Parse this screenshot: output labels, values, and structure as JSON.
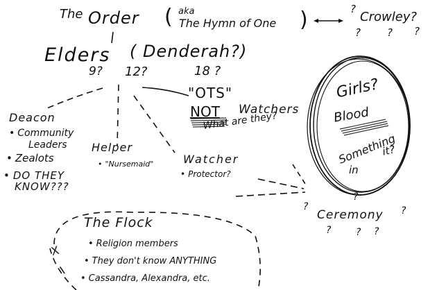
{
  "order": {
    "the": "The",
    "title": "Order",
    "aka_label": "aka",
    "aka_name": "The Hymn of One",
    "open_paren": "(",
    "close_paren": ")",
    "link_target": "Crowley?",
    "link_q_top": "?",
    "link_q_bottom": [
      "?",
      "?",
      "?"
    ]
  },
  "elders": {
    "title": "Elders",
    "alias": "( Denderah?)",
    "counts": [
      "9?",
      "12?",
      "18 ?"
    ]
  },
  "ots": {
    "label": "\"OTS\"",
    "not": "NOT",
    "watchers": "Watchers",
    "question": "What are they?"
  },
  "roles": {
    "deacon": {
      "title": "Deacon",
      "items": [
        "Community",
        "Leaders",
        "Zealots",
        "DO THEY",
        "KNOW???"
      ]
    },
    "helper": {
      "title": "Helper",
      "items": [
        "\"Nursemaid\""
      ]
    },
    "watcher": {
      "title": "Watcher",
      "items": [
        "Protector?"
      ]
    }
  },
  "circle": {
    "line1": "Girls?",
    "line2": "Blood",
    "line3": "Something",
    "line4": "in",
    "line5": "it?"
  },
  "ceremony": {
    "title": "Ceremony",
    "marks": [
      "?",
      "?",
      "?",
      "?",
      "?",
      "?"
    ]
  },
  "flock": {
    "title": "The Flock",
    "items": [
      "Religion members",
      "They don't know ANYTHING",
      "Cassandra, Alexandra, etc."
    ],
    "side_marks": [
      "X",
      "I"
    ]
  }
}
